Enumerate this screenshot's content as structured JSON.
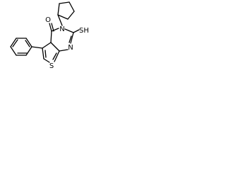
{
  "atoms": {
    "oxygen": "O",
    "nitrogen_3": "N",
    "nitrogen_1": "N",
    "thiol": "SH",
    "sulfur_ring": "S"
  },
  "colors": {
    "bond": "#000000",
    "label": "#000000",
    "background": "#ffffff"
  }
}
